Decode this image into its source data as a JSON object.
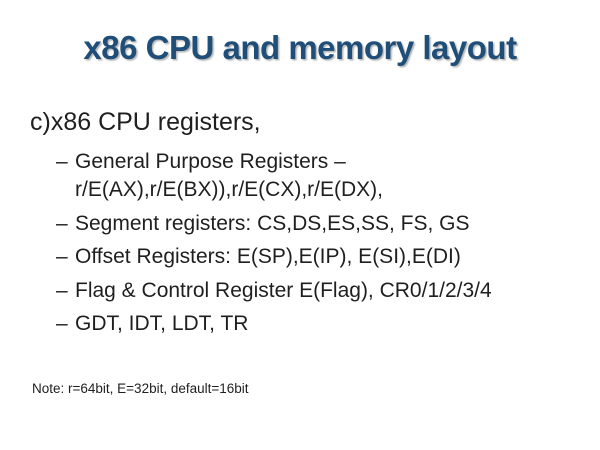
{
  "slide": {
    "title": "x86 CPU and memory layout",
    "heading": "c)x86 CPU registers,",
    "bullet_marker": "–",
    "bullets": [
      "General Purpose Registers –\nr/E(AX),r/E(BX)),r/E(CX),r/E(DX),",
      "Segment registers: CS,DS,ES,SS, FS, GS",
      "Offset Registers: E(SP),E(IP), E(SI),E(DI)",
      "Flag & Control Register E(Flag), CR0/1/2/3/4",
      "GDT, IDT, LDT, TR"
    ],
    "note": "Note: r=64bit, E=32bit, default=16bit",
    "colors": {
      "title": "#1F4E79",
      "body": "#1F1F1F",
      "background": "#FFFFFF"
    }
  }
}
